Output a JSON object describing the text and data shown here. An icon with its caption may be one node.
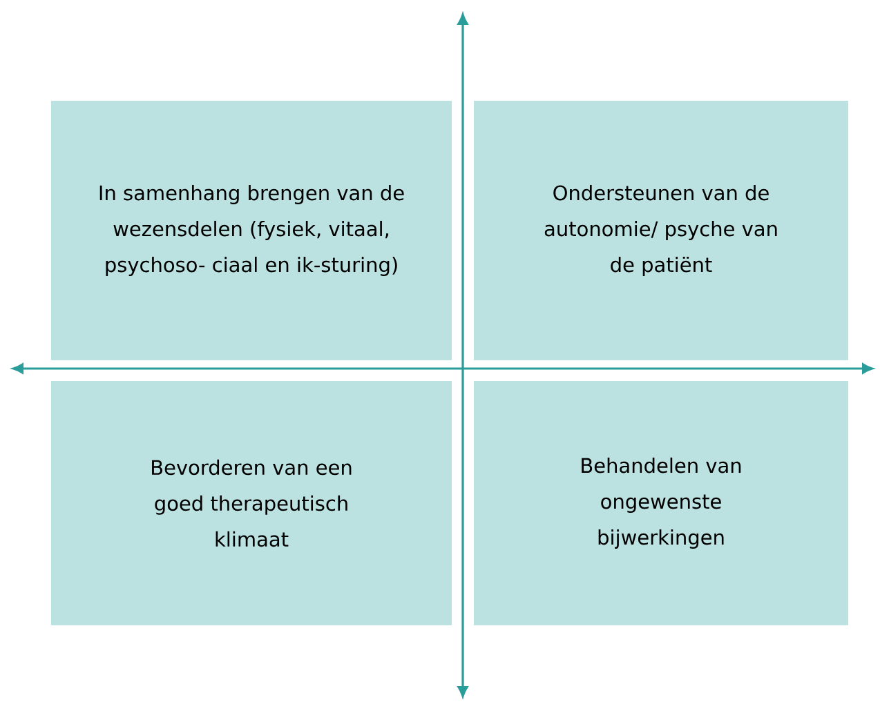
{
  "diagram": {
    "nodes": [
      {
        "text": [
          "In samenhang brengen van de wezensdelen (fysiek, vitaal, psychoso- ciaal en ik-sturing)"
        ]
      },
      {
        "text": [
          "Ondersteunen van de autonomie/ psyche van de patiënt"
        ]
      },
      {
        "text": [
          "Bevorderen van een goed therapeutisch klimaat"
        ]
      },
      {
        "text": [
          "Behandelen van ongewenste bijwerkingen"
        ]
      }
    ]
  }
}
